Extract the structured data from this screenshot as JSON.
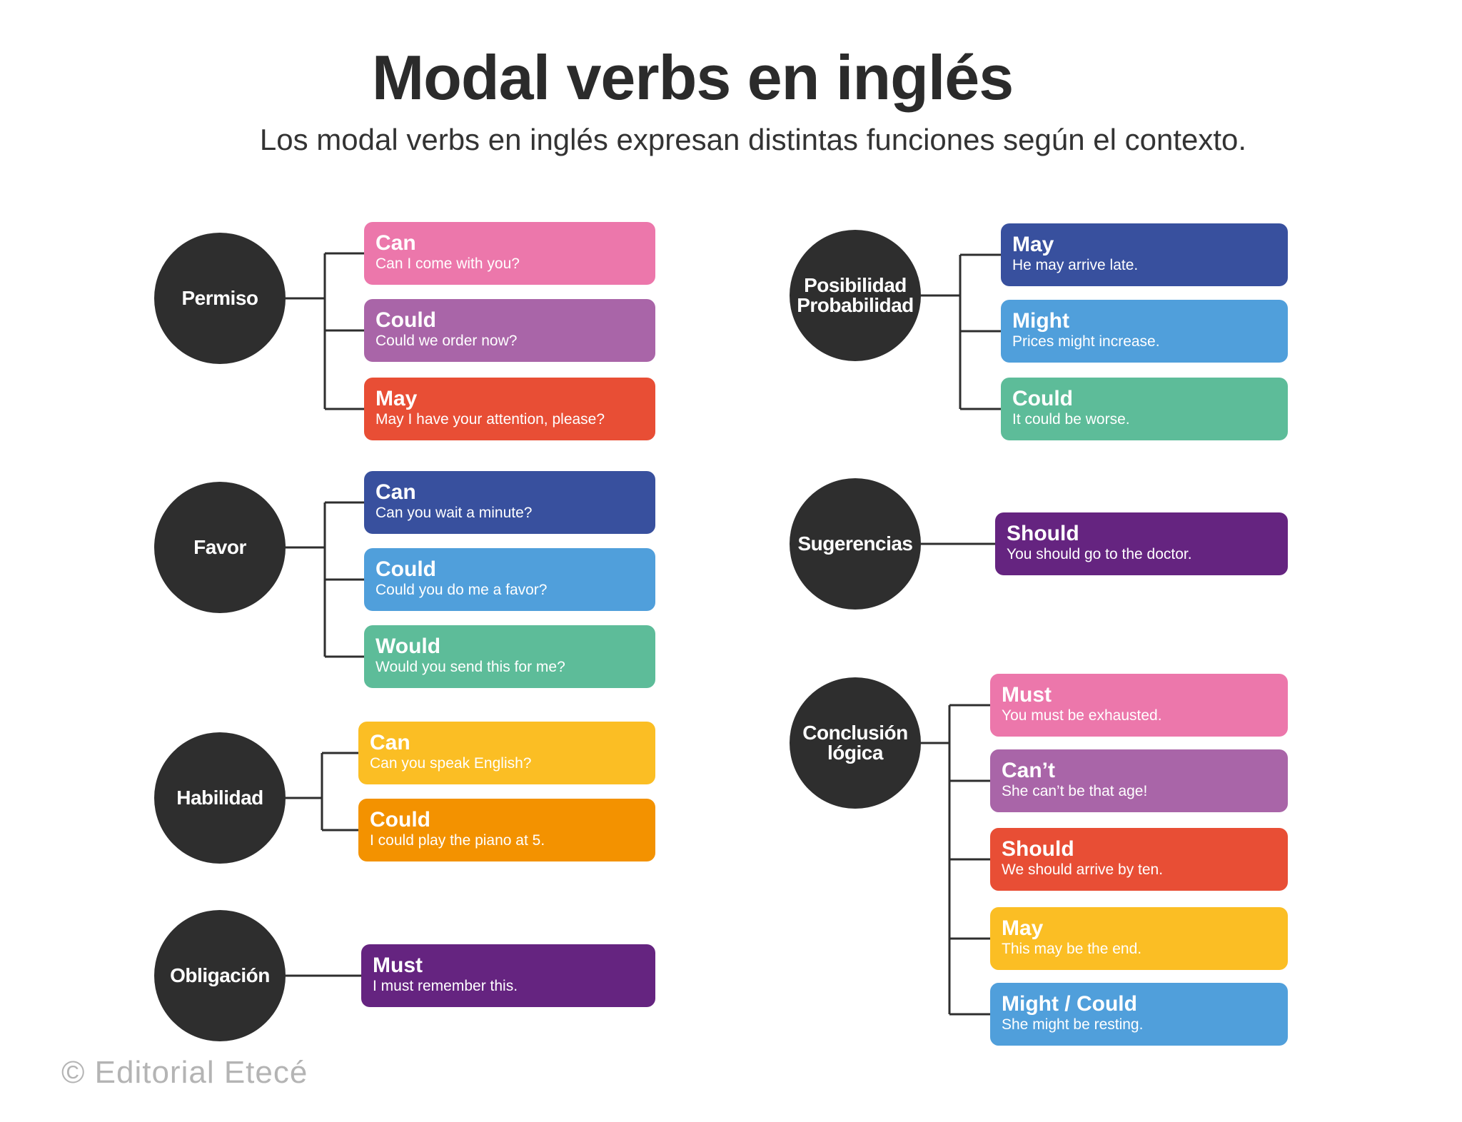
{
  "title": "Modal verbs en inglés",
  "subtitle": "Los modal verbs en inglés expresan distintas funciones según el contexto.",
  "footer": "© Editorial Etecé",
  "categories": [
    {
      "label": "Permiso",
      "items": [
        {
          "verb": "Can",
          "example": "Can I come with you?",
          "color": "#ec77ab"
        },
        {
          "verb": "Could",
          "example": "Could we order now?",
          "color": "#a965a8"
        },
        {
          "verb": "May",
          "example": "May I have your attention, please?",
          "color": "#e84e35"
        }
      ]
    },
    {
      "label": "Favor",
      "items": [
        {
          "verb": "Can",
          "example": "Can you wait a minute?",
          "color": "#38509e"
        },
        {
          "verb": "Could",
          "example": "Could you do me a favor?",
          "color": "#509fdb"
        },
        {
          "verb": "Would",
          "example": "Would you send this for me?",
          "color": "#5dbc99"
        }
      ]
    },
    {
      "label": "Habilidad",
      "items": [
        {
          "verb": "Can",
          "example": "Can you speak English?",
          "color": "#fbbe24"
        },
        {
          "verb": "Could",
          "example": "I could play the piano at 5.",
          "color": "#f39200"
        }
      ]
    },
    {
      "label": "Obligación",
      "items": [
        {
          "verb": "Must",
          "example": "I must remember this.",
          "color": "#652480"
        }
      ]
    },
    {
      "label": "Posibilidad\nProbabilidad",
      "items": [
        {
          "verb": "May",
          "example": "He may arrive late.",
          "color": "#38509e"
        },
        {
          "verb": "Might",
          "example": "Prices might increase.",
          "color": "#509fdb"
        },
        {
          "verb": "Could",
          "example": "It could be worse.",
          "color": "#5dbc99"
        }
      ]
    },
    {
      "label": "Sugerencias",
      "items": [
        {
          "verb": "Should",
          "example": "You should go to the doctor.",
          "color": "#652480"
        }
      ]
    },
    {
      "label": "Conclusión\nlógica",
      "items": [
        {
          "verb": "Must",
          "example": "You must be exhausted.",
          "color": "#ec77ab"
        },
        {
          "verb": "Can’t",
          "example": "She can’t be that age!",
          "color": "#a965a8"
        },
        {
          "verb": "Should",
          "example": "We should arrive by ten.",
          "color": "#e84e35"
        },
        {
          "verb": "May",
          "example": "This may be the end.",
          "color": "#fbbe24"
        },
        {
          "verb": "Might / Could",
          "example": "She might be resting.",
          "color": "#509fdb"
        }
      ]
    }
  ]
}
